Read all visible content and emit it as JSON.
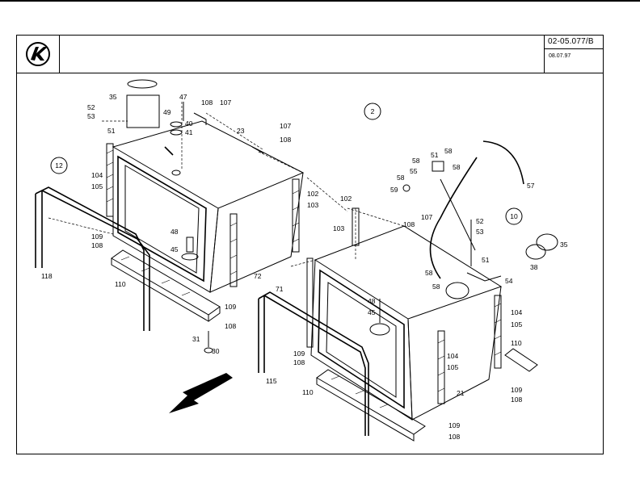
{
  "header": {
    "doc_number": "02-05.077/B",
    "doc_date": "08.07.97",
    "logo_text": "K"
  },
  "callouts": {
    "assembly": [
      "2",
      "12",
      "10"
    ],
    "parts": [
      "35",
      "47",
      "108",
      "107",
      "52",
      "53",
      "49",
      "40",
      "41",
      "51",
      "23",
      "107",
      "108",
      "104",
      "105",
      "102",
      "103",
      "48",
      "45",
      "109",
      "108",
      "110",
      "118",
      "72",
      "109",
      "108",
      "31",
      "30",
      "71",
      "58",
      "51",
      "58",
      "55",
      "58",
      "58",
      "59",
      "57",
      "102",
      "103",
      "108",
      "107",
      "52",
      "53",
      "51",
      "54",
      "58",
      "58",
      "35",
      "38",
      "45",
      "48",
      "109",
      "108",
      "104",
      "105",
      "104",
      "105",
      "110",
      "115",
      "110",
      "21",
      "109",
      "108",
      "109",
      "108"
    ]
  },
  "colors": {
    "line": "#000000",
    "background": "#ffffff"
  }
}
